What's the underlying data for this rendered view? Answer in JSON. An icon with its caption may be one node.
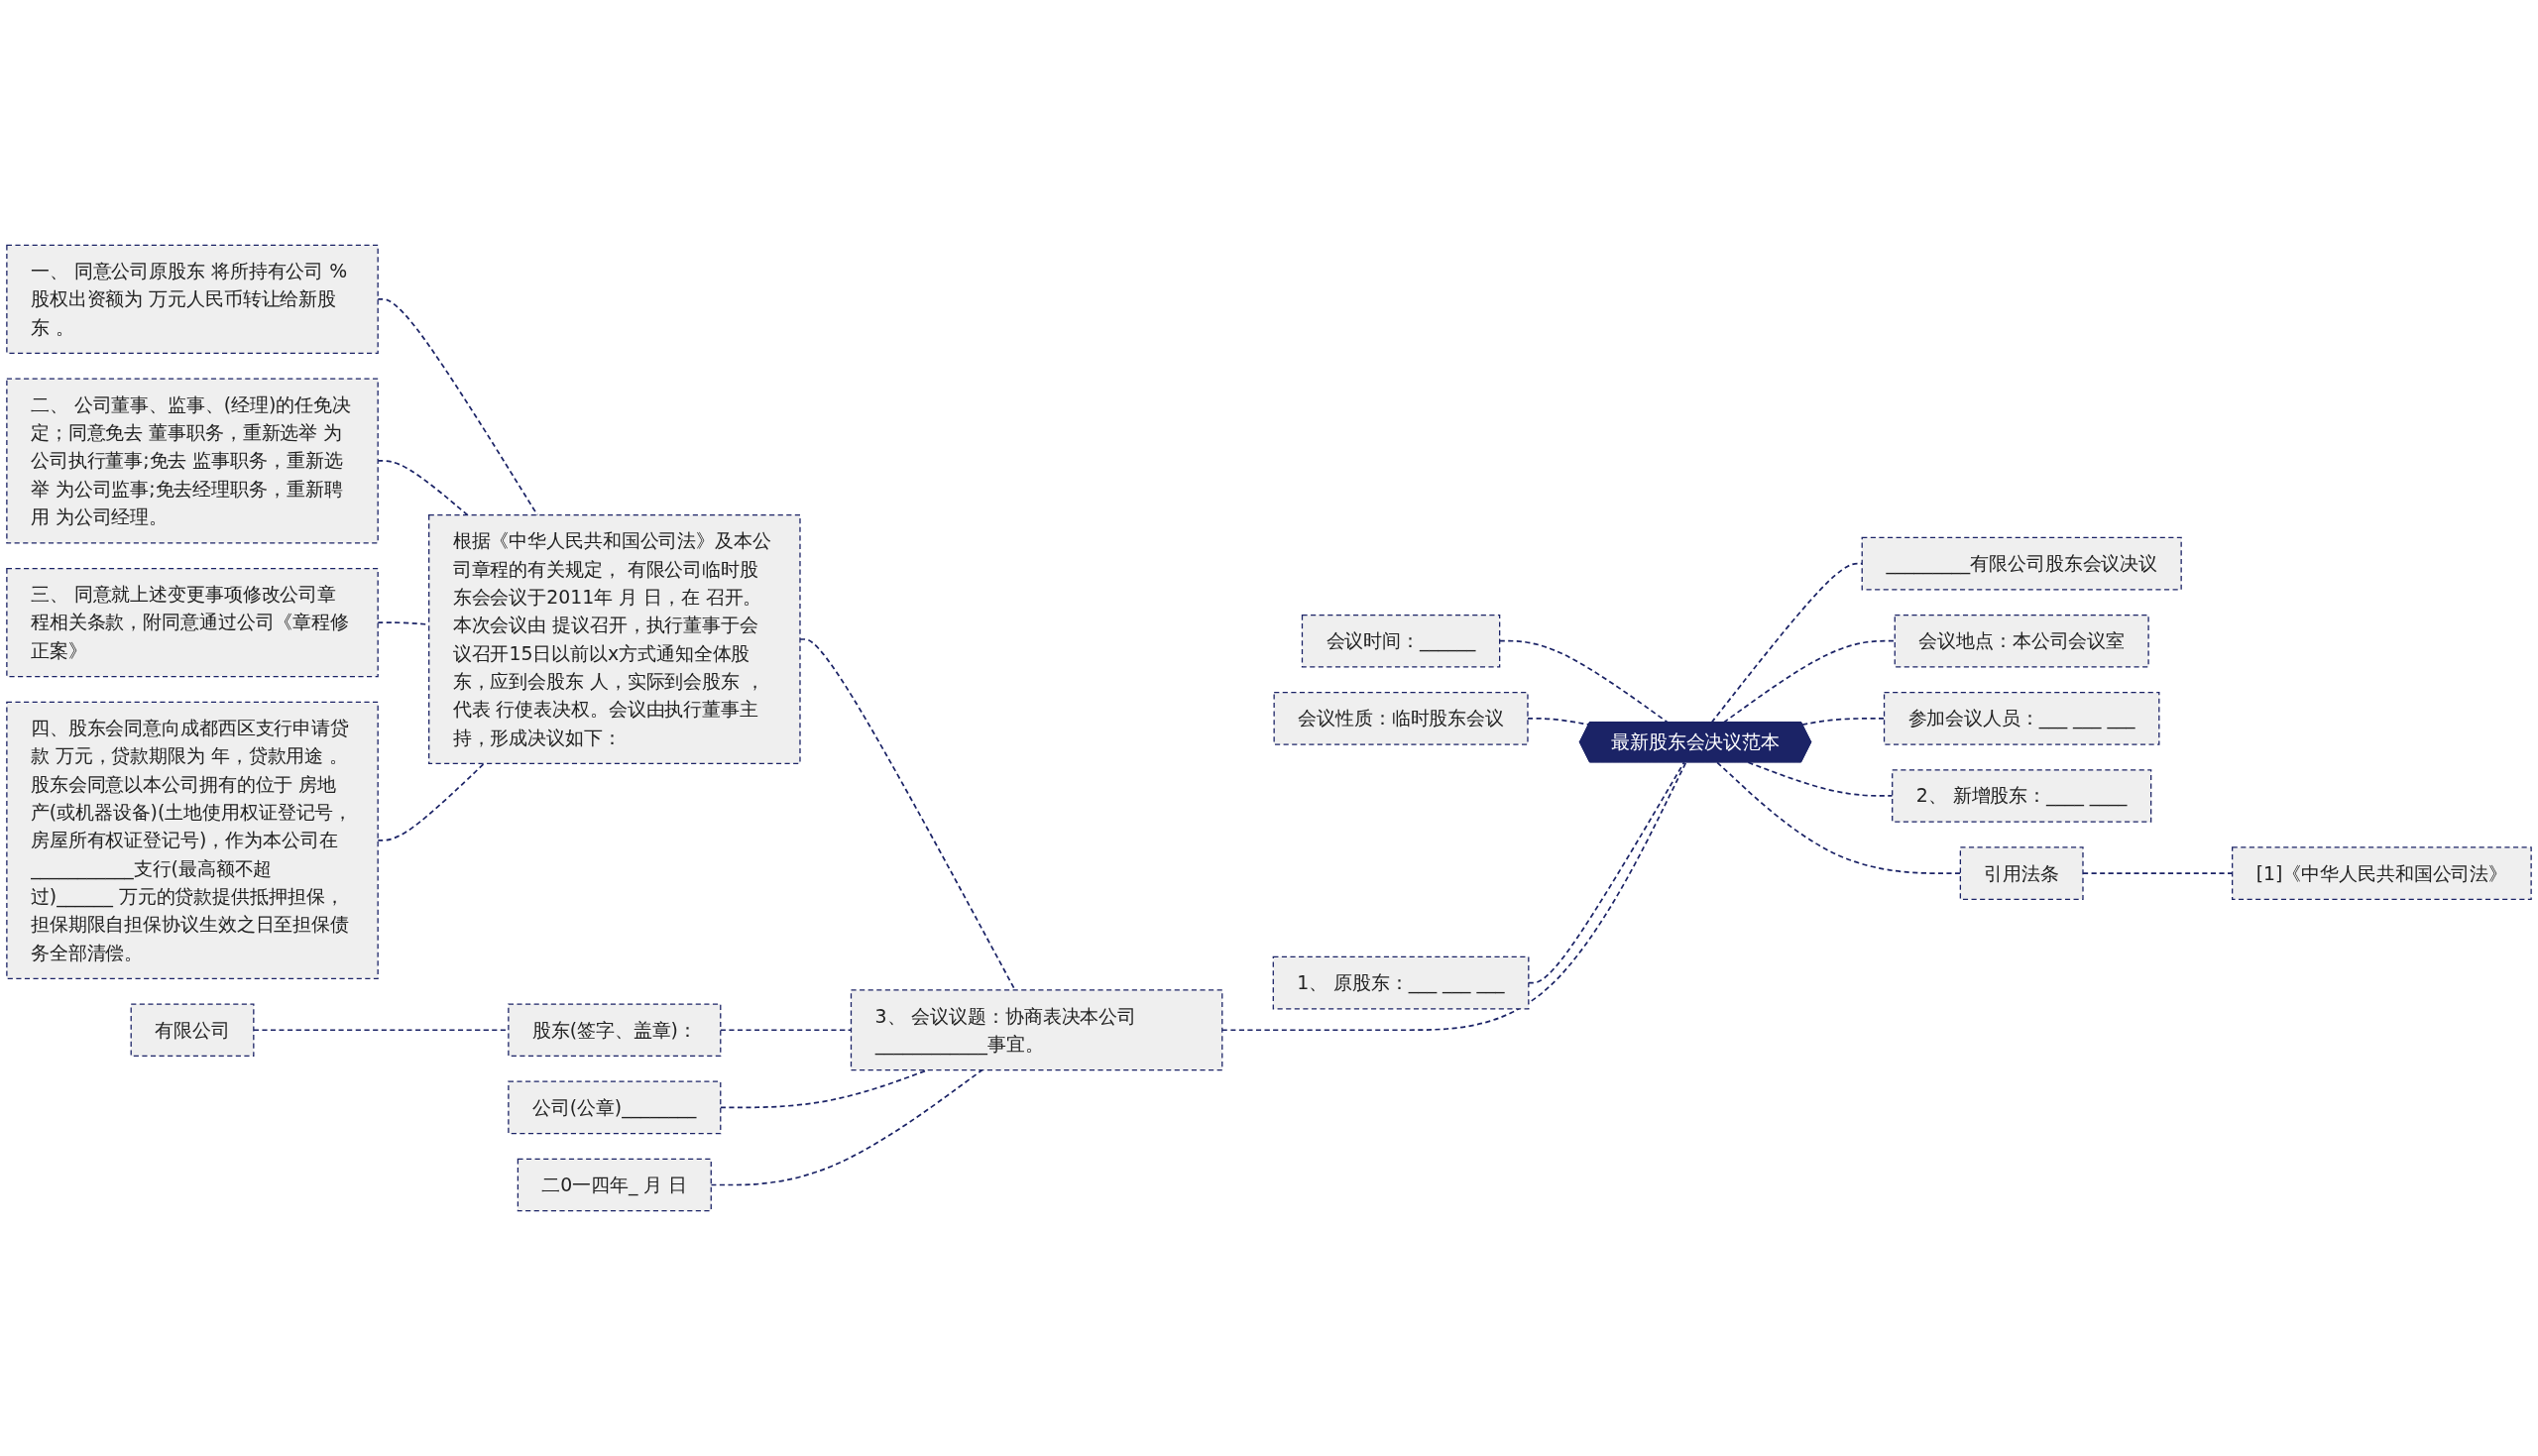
{
  "diagram": {
    "nodes": [
      {
        "text": [
          "最新股东会决议范本"
        ]
      },
      {
        "text": [
          "会议时间：______"
        ]
      },
      {
        "text": [
          "会议性质：临时股东会议"
        ]
      },
      {
        "text": [
          "1、 原股东：___ ___ ___"
        ]
      },
      {
        "text": [
          "3、 会议议题：协商表决本公司____________事宜。"
        ]
      },
      {
        "text": [
          "根据《中华人民共和国公司法》及本公司章程的有关规定， 有限公司临时股东会会议于2011年 月 日，在 召开。本次会议由 提议召开，执行董事于会议召开15日以前以x方式通知全体股东，应到会股东 人，实际到会股东 ，代表 行使表决权。会议由执行董事主持，形成决议如下："
        ]
      },
      {
        "text": [
          "一、 同意公司原股东 将所持有公司 %股权出资额为 万元人民币转让给新股东 。"
        ]
      },
      {
        "text": [
          "二、 公司董事、监事、(经理)的任免决定；同意免去 董事职务，重新选举 为公司执行董事;免去 监事职务，重新选举 为公司监事;免去经理职务，重新聘用 为公司经理。"
        ]
      },
      {
        "text": [
          "三、 同意就上述变更事项修改公司章程相关条款，附同意通过公司《章程修正案》"
        ]
      },
      {
        "text": [
          "四、股东会同意向成都西区支行申请贷款 万元，贷款期限为 年，贷款用途 。股东会同意以本公司拥有的位于 房地产(或机器设备)(土地使用权证登记号，房屋所有权证登记号)，作为本公司在___________支行(最高额不超过)______ 万元的贷款提供抵押担保，担保期限自担保协议生效之日至担保债务全部清偿。"
        ]
      },
      {
        "text": [
          "股东(签字、盖章)："
        ]
      },
      {
        "text": [
          "有限公司"
        ]
      },
      {
        "text": [
          "公司(公章)________"
        ]
      },
      {
        "text": [
          "二0一四年_ 月 日"
        ]
      },
      {
        "text": [
          "_________有限公司股东会议决议"
        ]
      },
      {
        "text": [
          "会议地点：本公司会议室"
        ]
      },
      {
        "text": [
          "参加会议人员：___ ___ ___"
        ]
      },
      {
        "text": [
          "2、 新增股东：____ ____"
        ]
      },
      {
        "text": [
          "引用法条"
        ]
      },
      {
        "text": [
          "[1]《中华人民共和国公司法》"
        ]
      }
    ],
    "edges": [
      {
        "from": 1,
        "to": 0,
        "arrow": "none",
        "style": "dashed"
      },
      {
        "from": 2,
        "to": 0,
        "arrow": "none",
        "style": "dashed"
      },
      {
        "from": 3,
        "to": 0,
        "arrow": "none",
        "style": "dashed"
      },
      {
        "from": 4,
        "to": 0,
        "arrow": "none",
        "style": "dashed"
      },
      {
        "from": 5,
        "to": 4,
        "arrow": "none",
        "style": "dashed"
      },
      {
        "from": 6,
        "to": 5,
        "arrow": "none",
        "style": "dashed"
      },
      {
        "from": 7,
        "to": 5,
        "arrow": "none",
        "style": "dashed"
      },
      {
        "from": 8,
        "to": 5,
        "arrow": "none",
        "style": "dashed"
      },
      {
        "from": 9,
        "to": 5,
        "arrow": "none",
        "style": "dashed"
      },
      {
        "from": 10,
        "to": 4,
        "arrow": "none",
        "style": "dashed"
      },
      {
        "from": 11,
        "to": 10,
        "arrow": "none",
        "style": "dashed"
      },
      {
        "from": 12,
        "to": 4,
        "arrow": "none",
        "style": "dashed"
      },
      {
        "from": 13,
        "to": 4,
        "arrow": "none",
        "style": "dashed"
      },
      {
        "from": 0,
        "to": 14,
        "arrow": "none",
        "style": "dashed"
      },
      {
        "from": 0,
        "to": 15,
        "arrow": "none",
        "style": "dashed"
      },
      {
        "from": 0,
        "to": 16,
        "arrow": "none",
        "style": "dashed"
      },
      {
        "from": 0,
        "to": 17,
        "arrow": "none",
        "style": "dashed"
      },
      {
        "from": 0,
        "to": 18,
        "arrow": "none",
        "style": "dashed"
      },
      {
        "from": 18,
        "to": 19,
        "arrow": "none",
        "style": "dashed"
      }
    ]
  }
}
